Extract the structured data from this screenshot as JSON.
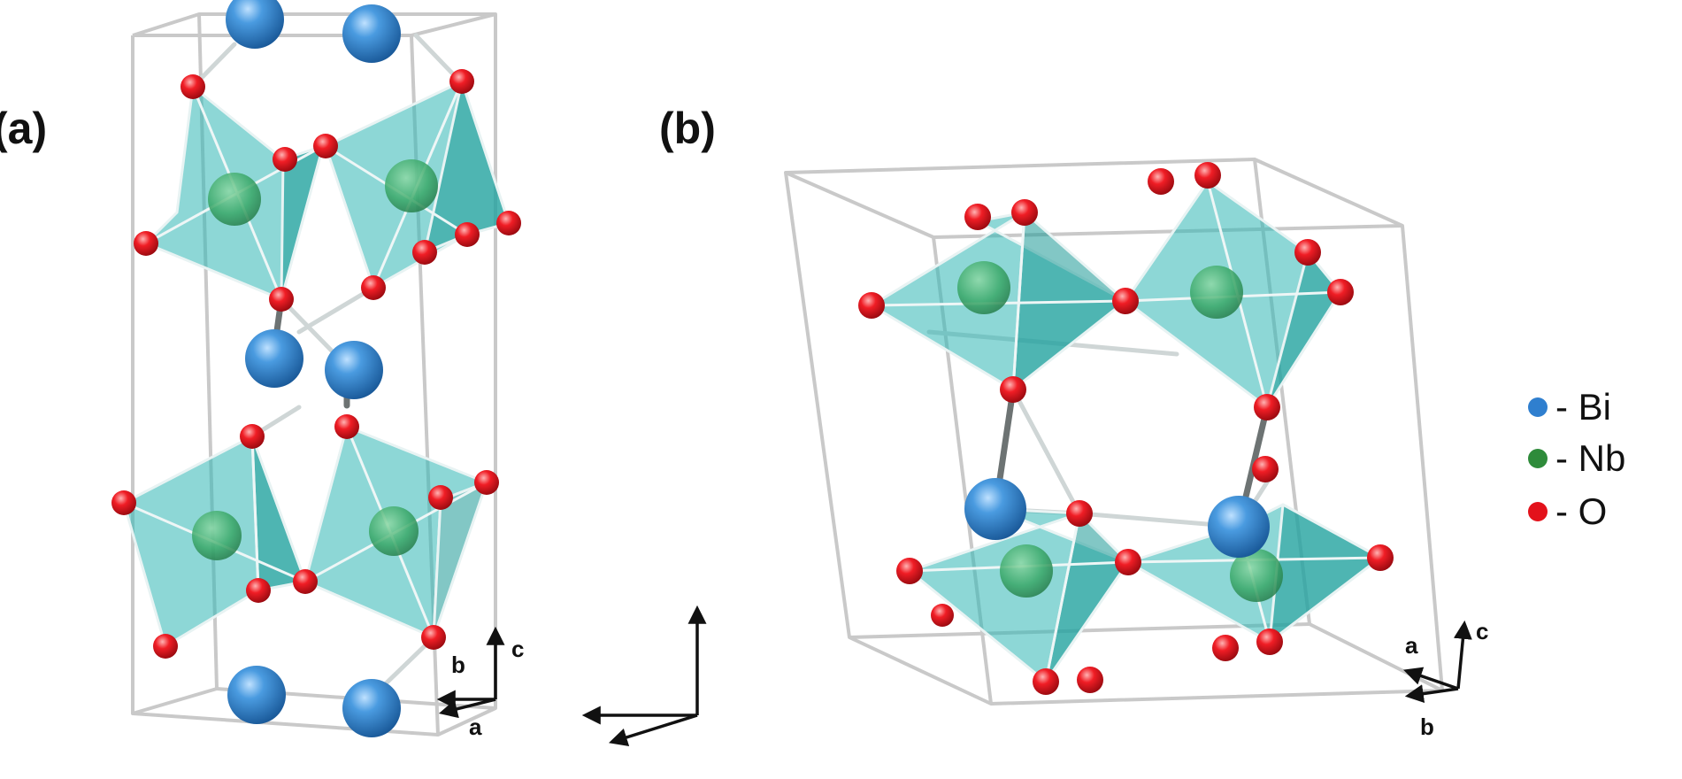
{
  "panels": {
    "a": {
      "label": "(a)",
      "axes": {
        "a": "a",
        "b": "b",
        "c": "c"
      }
    },
    "b": {
      "label": "(b)",
      "axes": {
        "a": "a",
        "b": "b",
        "c": "c"
      }
    }
  },
  "legend": [
    {
      "symbol": "Bi",
      "label": "- Bi",
      "color": "#2f7fcf"
    },
    {
      "symbol": "Nb",
      "label": "- Nb",
      "color": "#2e8b3a"
    },
    {
      "symbol": "O",
      "label": "- O",
      "color": "#e3121b"
    }
  ],
  "colors": {
    "bi": "#2f7fcf",
    "nb": "#3aa868",
    "o": "#e3121b",
    "polyhedron": "#2fb7b4",
    "cell": "#c9c9c9"
  }
}
